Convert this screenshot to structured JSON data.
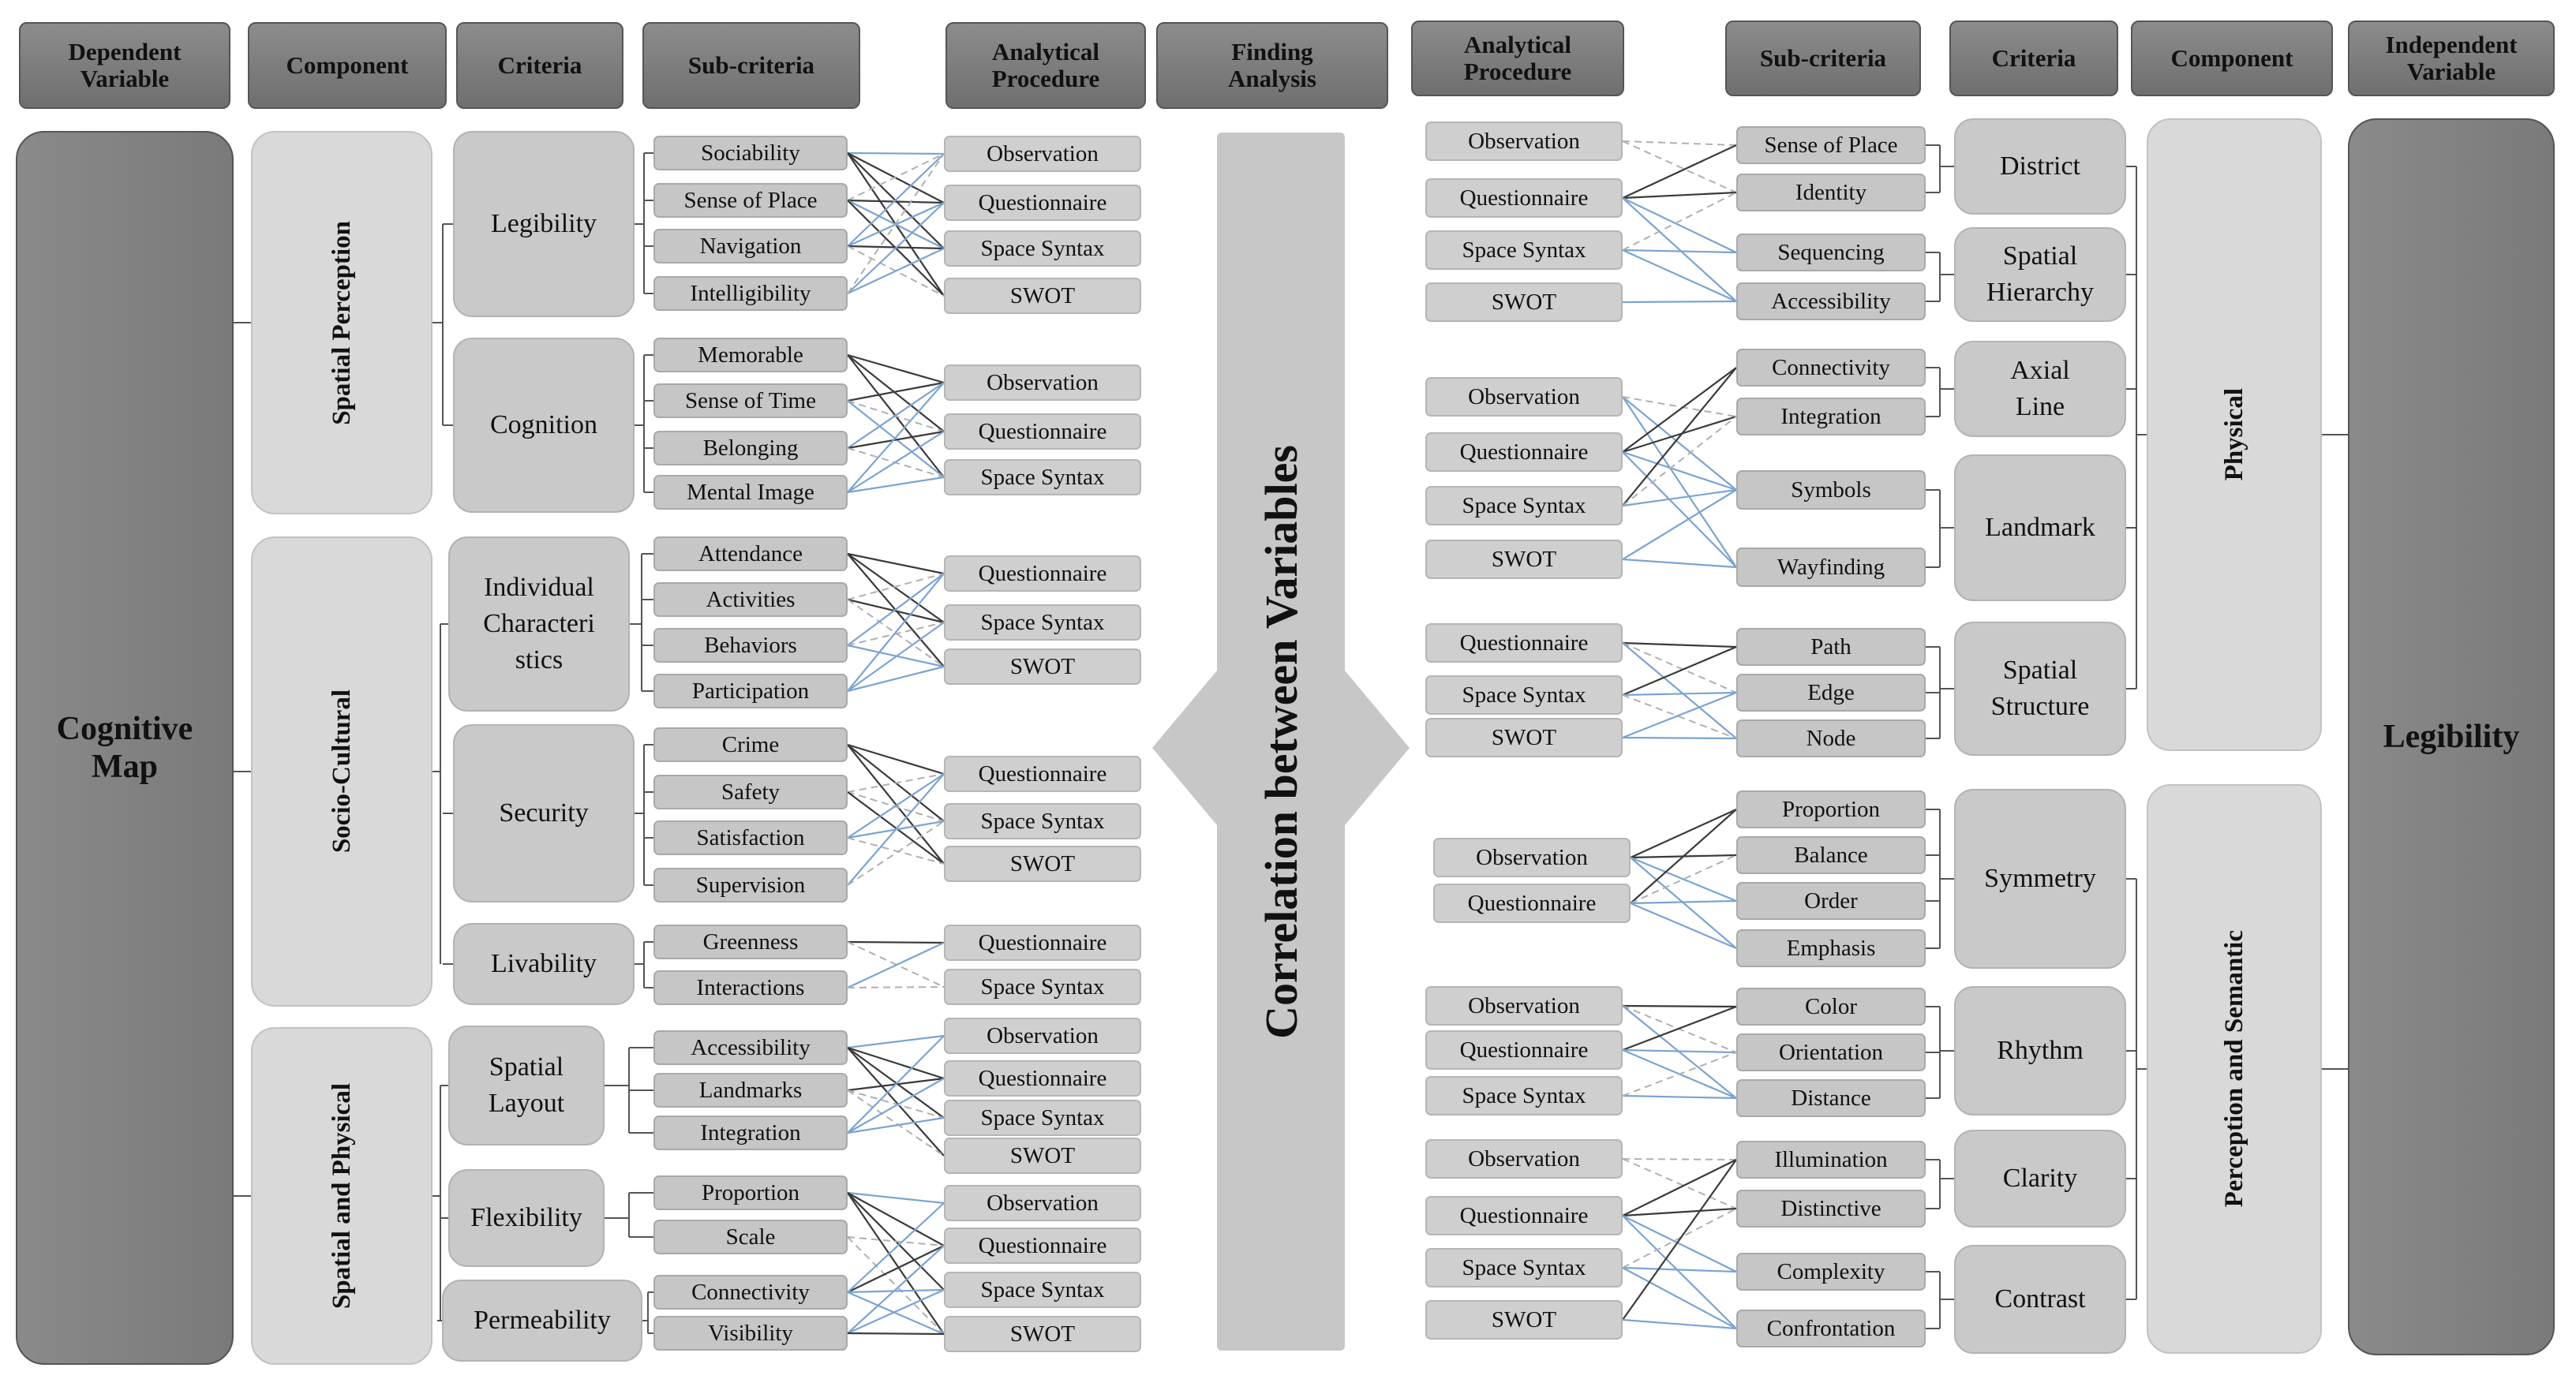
{
  "headers": {
    "left": [
      "Dependent\nVariable",
      "Component",
      "Criteria",
      "Sub-criteria",
      "Analytical\nProcedure"
    ],
    "middle": "Finding\nAnalysis",
    "right": [
      "Analytical\nProcedure",
      "Sub-criteria",
      "Criteria",
      "Component",
      "Independent\nVariable"
    ]
  },
  "dependent_variable": "Cognitive\nMap",
  "independent_variable": "Legibility",
  "central_label": "Correlation between Variables",
  "left_components": [
    "Spatial Perception",
    "Socio-Cultural",
    "Spatial  and Physical"
  ],
  "left_criteria": [
    "Legibility",
    "Cognition",
    "Individual\nCharacteri\nstics",
    "Security",
    "Livability",
    "Spatial\nLayout",
    "Flexibility",
    "Permeability"
  ],
  "left_subcriteria": [
    "Sociability",
    "Sense of Place",
    "Navigation",
    "Intelligibility",
    "Memorable",
    "Sense of Time",
    "Belonging",
    "Mental Image",
    "Attendance",
    "Activities",
    "Behaviors",
    "Participation",
    "Crime",
    "Safety",
    "Satisfaction",
    "Supervision",
    "Greenness",
    "Interactions",
    "Accessibility",
    "Landmarks",
    "Integration",
    "Proportion",
    "Scale",
    "Connectivity",
    "Visibility"
  ],
  "left_procedures": [
    "Observation",
    "Questionnaire",
    "Space Syntax",
    "SWOT",
    "Observation",
    "Questionnaire",
    "Space Syntax",
    "Questionnaire",
    "Space Syntax",
    "SWOT",
    "Questionnaire",
    "Space Syntax",
    "SWOT",
    "Questionnaire",
    "Space Syntax",
    "Observation",
    "Questionnaire",
    "Space Syntax",
    "SWOT",
    "Observation",
    "Questionnaire",
    "Space Syntax",
    "SWOT"
  ],
  "right_procedures": [
    "Observation",
    "Questionnaire",
    "Space Syntax",
    "SWOT",
    "Observation",
    "Questionnaire",
    "Space Syntax",
    "SWOT",
    "Questionnaire",
    "Space Syntax",
    "SWOT",
    "Observation",
    "Questionnaire",
    "Observation",
    "Questionnaire",
    "Space Syntax",
    "Observation",
    "Questionnaire",
    "Space Syntax",
    "SWOT"
  ],
  "right_subcriteria": [
    "Sense of Place",
    "Identity",
    "Sequencing",
    "Accessibility",
    "Connectivity",
    "Integration",
    "Symbols",
    "Wayfinding",
    "Path",
    "Edge",
    "Node",
    "Proportion",
    "Balance",
    "Order",
    "Emphasis",
    "Color",
    "Orientation",
    "Distance",
    "Illumination",
    "Distinctive",
    "Complexity",
    "Confrontation"
  ],
  "right_criteria": [
    "District",
    "Spatial\nHierarchy",
    "Axial\nLine",
    "Landmark",
    "Spatial\nStructure",
    "Symmetry",
    "Rhythm",
    "Clarity",
    "Contrast"
  ],
  "right_components": [
    "Physical",
    "Perception and Semantic"
  ],
  "colors": {
    "dark_line": "#3a3a3a",
    "blue_line": "#7aa4d2",
    "dashed_line": "#b0b0b0",
    "tree_line": "#555555"
  }
}
